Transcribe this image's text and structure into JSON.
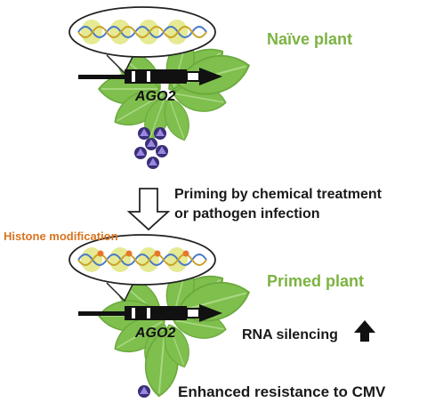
{
  "top": {
    "state_label": "Naïve plant",
    "gene_label": "AGO2"
  },
  "middle": {
    "line1": "Priming by chemical treatment",
    "line2": "or pathogen infection"
  },
  "bottom": {
    "epigenetic_label": "Histone modification",
    "state_label": "Primed plant",
    "gene_label": "AGO2",
    "silencing_label": "RNA silencing",
    "outcome_label": "Enhanced resistance to CMV"
  },
  "colors": {
    "label_green": "#7cb342",
    "label_orange": "#d9731f",
    "leaf": "#7fbf4d",
    "leaf_dark": "#5e9e35",
    "dna_blue": "#4a78c8",
    "dna_gold": "#c9a227",
    "histone": "#e0e680",
    "mark": "#e8762a",
    "virus": "#7b5fc4"
  }
}
